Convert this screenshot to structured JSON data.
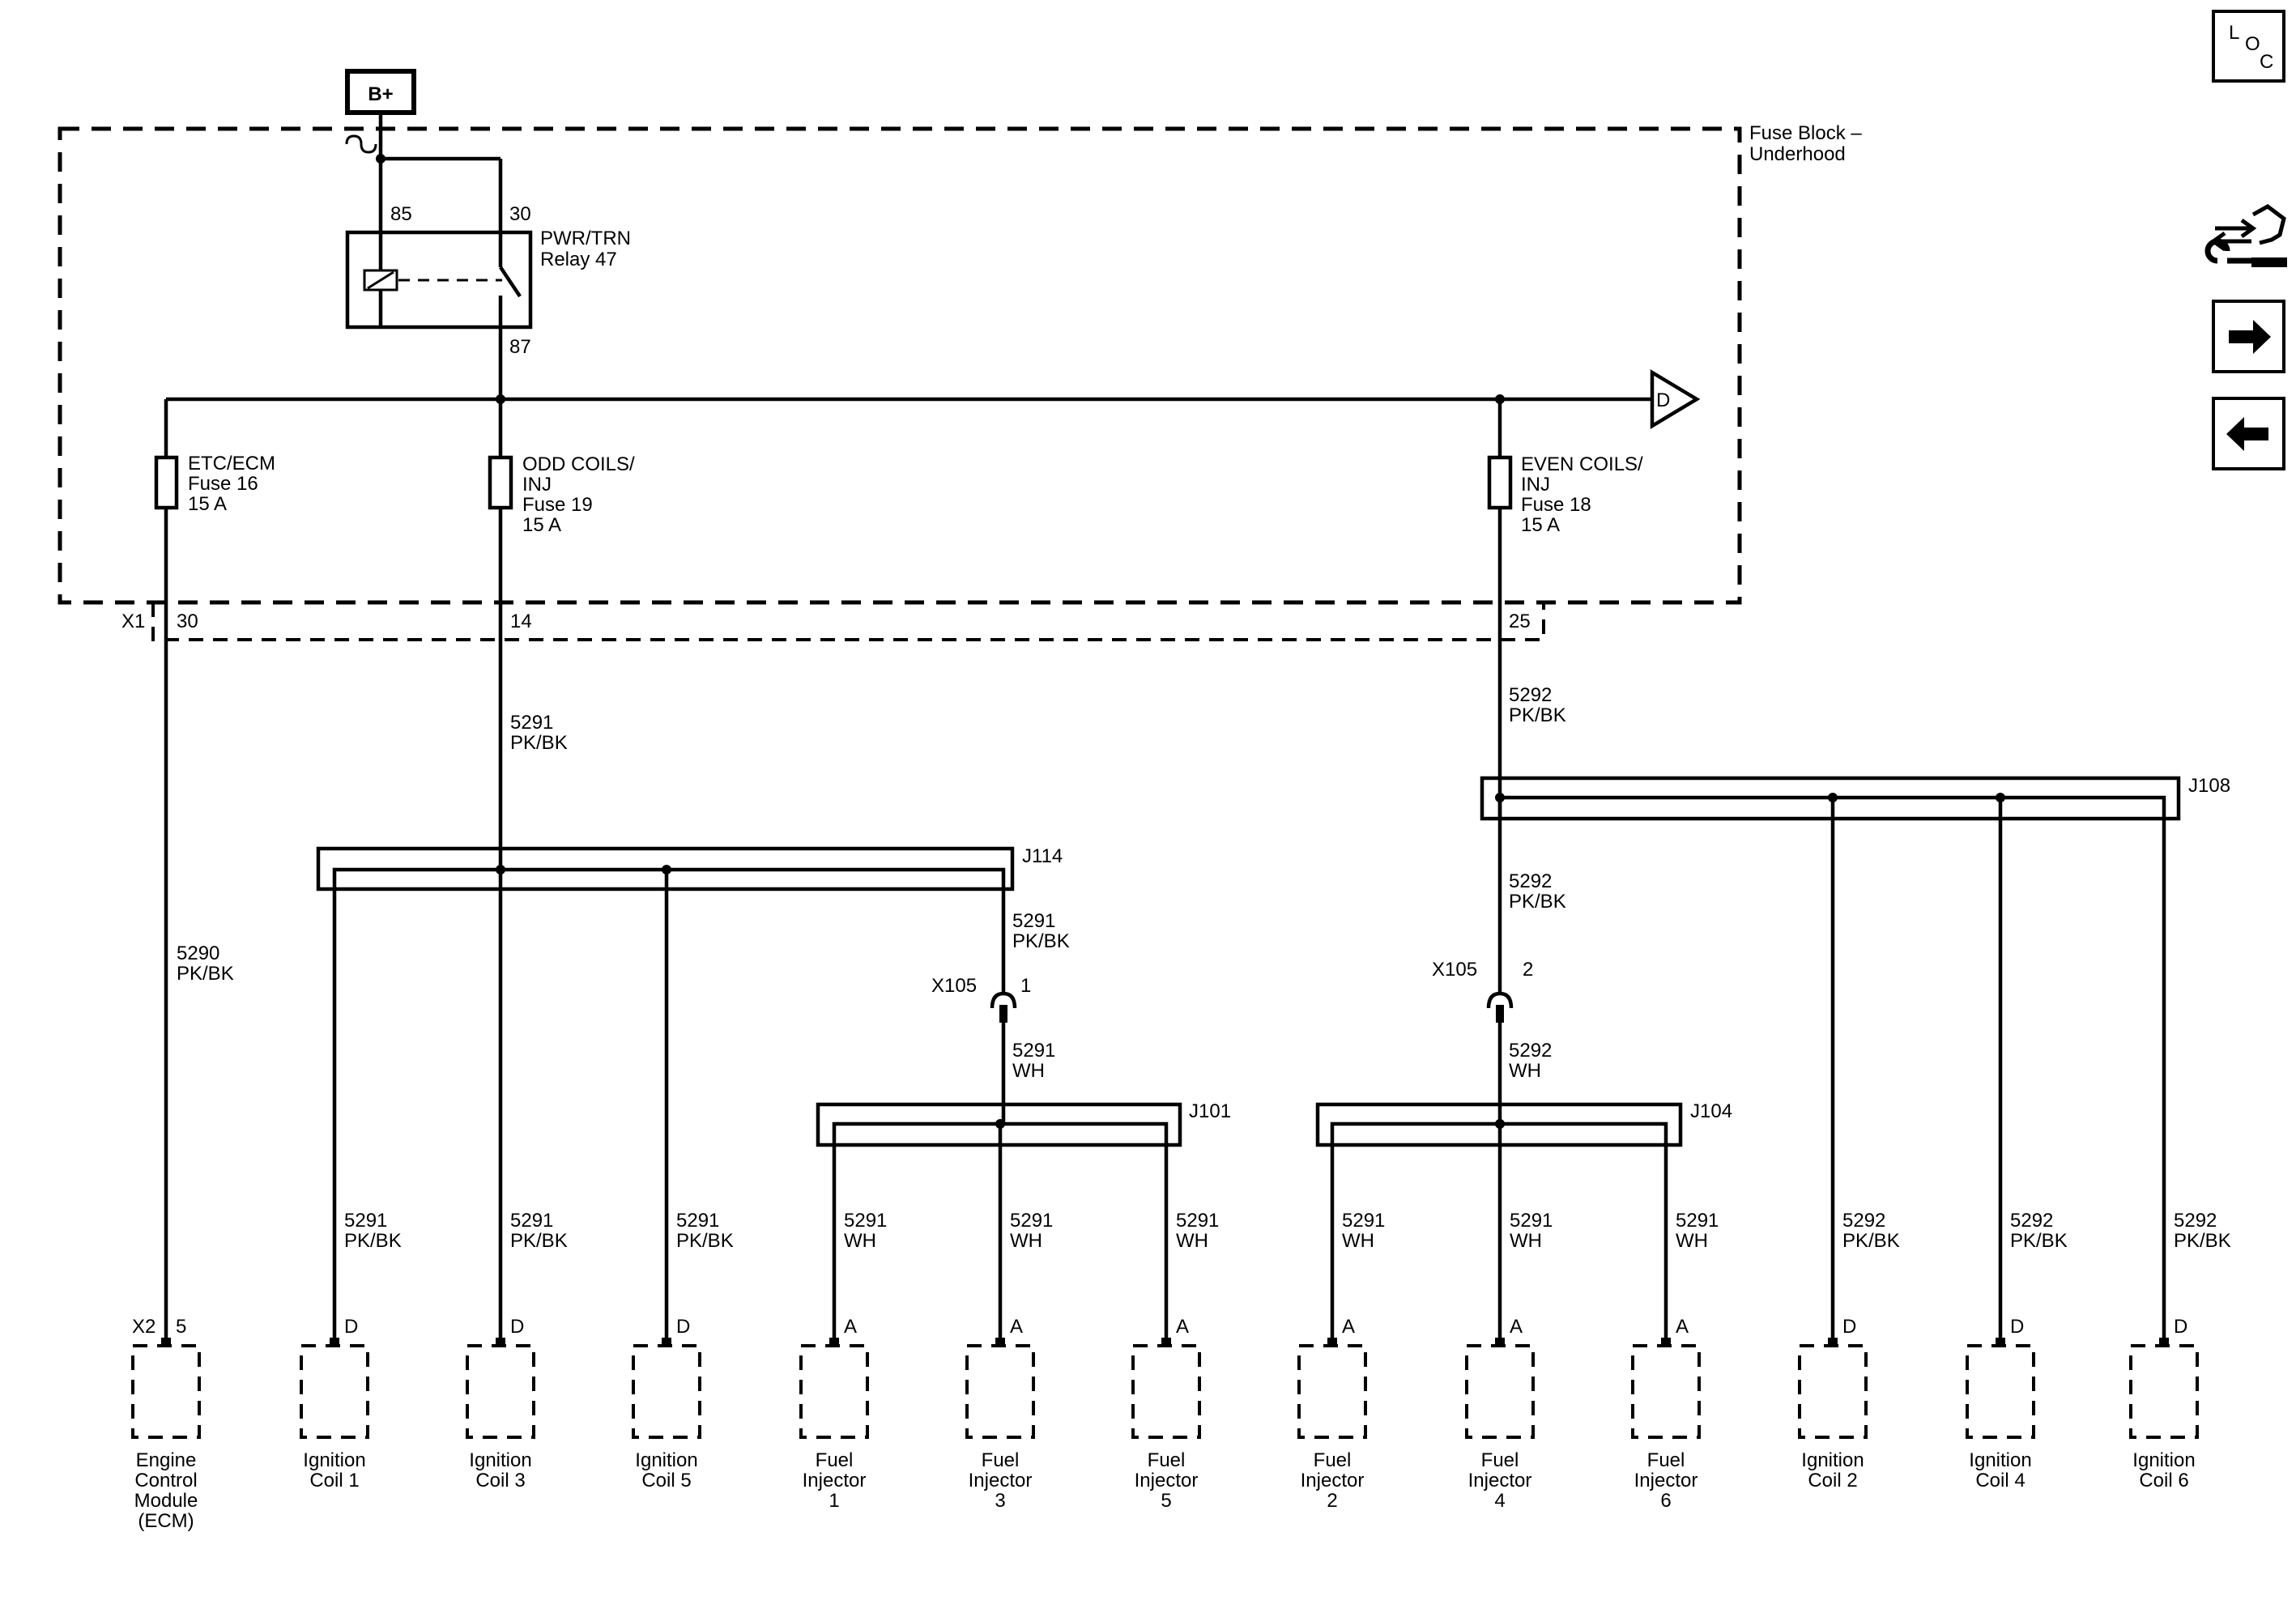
{
  "power": {
    "label": "B+"
  },
  "fuse_block": {
    "title_line1": "Fuse Block –",
    "title_line2": "Underhood"
  },
  "relay": {
    "name_line1": "PWR/TRN",
    "name_line2": "Relay 47",
    "pin_85": "85",
    "pin_30": "30",
    "pin_87": "87"
  },
  "bus_connector": {
    "label": "D"
  },
  "fuses": [
    {
      "line1": "ETC/ECM",
      "line2": "Fuse 16",
      "line3": "15 A",
      "line4": ""
    },
    {
      "line1": "ODD COILS/",
      "line2": "INJ",
      "line3": "Fuse 19",
      "line4": "15 A"
    },
    {
      "line1": "EVEN COILS/",
      "line2": "INJ",
      "line3": "Fuse 18",
      "line4": "15 A"
    }
  ],
  "x1": {
    "label": "X1",
    "pins": [
      "30",
      "14",
      "25"
    ]
  },
  "wires": {
    "w5290_num": "5290",
    "w5290_color": "PK/BK",
    "w5291_num": "5291",
    "w5291_color": "PK/BK",
    "w5292_num": "5292",
    "w5292_color": "PK/BK",
    "w5291j_num": "5291",
    "w5291j_color": "PK/BK",
    "w5292j_num": "5292",
    "w5292j_color": "PK/BK",
    "w5291x_num": "5291",
    "w5291x_color": "WH",
    "w5292x_num": "5292",
    "w5292x_color": "WH"
  },
  "splices": {
    "j114": "J114",
    "j108": "J108",
    "j101": "J101",
    "j104": "J104"
  },
  "x105": [
    {
      "label": "X105",
      "pin": "1"
    },
    {
      "label": "X105",
      "pin": "2"
    }
  ],
  "x2": {
    "label": "X2"
  },
  "branches": [
    {
      "num": "5290",
      "color": "PK/BK",
      "pin": "5",
      "name": [
        "Engine",
        "Control",
        "Module",
        "(ECM)"
      ]
    },
    {
      "num": "5291",
      "color": "PK/BK",
      "pin": "D",
      "name": [
        "Ignition",
        "Coil 1"
      ]
    },
    {
      "num": "5291",
      "color": "PK/BK",
      "pin": "D",
      "name": [
        "Ignition",
        "Coil 3"
      ]
    },
    {
      "num": "5291",
      "color": "PK/BK",
      "pin": "D",
      "name": [
        "Ignition",
        "Coil 5"
      ]
    },
    {
      "num": "5291",
      "color": "WH",
      "pin": "A",
      "name": [
        "Fuel",
        "Injector",
        "1"
      ]
    },
    {
      "num": "5291",
      "color": "WH",
      "pin": "A",
      "name": [
        "Fuel",
        "Injector",
        "3"
      ]
    },
    {
      "num": "5291",
      "color": "WH",
      "pin": "A",
      "name": [
        "Fuel",
        "Injector",
        "5"
      ]
    },
    {
      "num": "5291",
      "color": "WH",
      "pin": "A",
      "name": [
        "Fuel",
        "Injector",
        "2"
      ]
    },
    {
      "num": "5291",
      "color": "WH",
      "pin": "A",
      "name": [
        "Fuel",
        "Injector",
        "4"
      ]
    },
    {
      "num": "5291",
      "color": "WH",
      "pin": "A",
      "name": [
        "Fuel",
        "Injector",
        "6"
      ]
    },
    {
      "num": "5292",
      "color": "PK/BK",
      "pin": "D",
      "name": [
        "Ignition",
        "Coil 2"
      ]
    },
    {
      "num": "5292",
      "color": "PK/BK",
      "pin": "D",
      "name": [
        "Ignition",
        "Coil 4"
      ]
    },
    {
      "num": "5292",
      "color": "PK/BK",
      "pin": "D",
      "name": [
        "Ignition",
        "Coil 6"
      ]
    }
  ],
  "toolbar": {
    "loc_l": "L",
    "loc_o": "O",
    "loc_c": "C",
    "icons": [
      "location-view-icon",
      "connector-wrench-icon",
      "next-page-arrow-icon",
      "previous-page-arrow-icon"
    ]
  }
}
